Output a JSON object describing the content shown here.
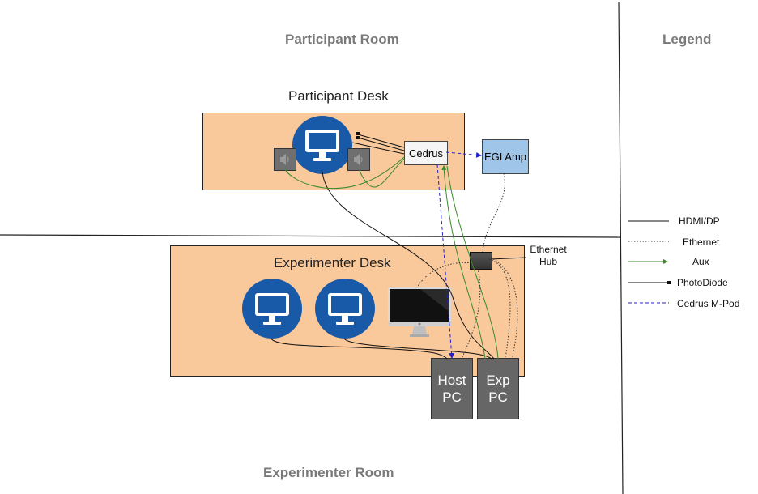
{
  "rooms": {
    "participant": "Participant Room",
    "experimenter": "Experimenter Room",
    "legend": "Legend"
  },
  "desks": {
    "participant": "Participant Desk",
    "experimenter": "Experimenter Desk"
  },
  "devices": {
    "cedrus": "Cedrus",
    "egi_amp": "EGI Amp",
    "ethernet_hub": "Ethernet Hub",
    "host_pc": "Host PC",
    "exp_pc": "Exp PC"
  },
  "legend": [
    {
      "label": "HDMI/DP",
      "style": "hdmi"
    },
    {
      "label": "Ethernet",
      "style": "ethernet"
    },
    {
      "label": "Aux",
      "style": "aux"
    },
    {
      "label": "PhotoDiode",
      "style": "photodiode"
    },
    {
      "label": "Cedrus M-Pod",
      "style": "mpod"
    }
  ],
  "colors": {
    "desk": "#f9c99b",
    "monitor": "#1859a8",
    "pc": "#666666",
    "egi_amp": "#9fc5e8",
    "aux": "#3a8a2a",
    "mpod": "#2222cc",
    "room_title": "#7a7a7a"
  },
  "icons": {
    "monitor": "monitor-icon",
    "speaker": "speaker-icon",
    "imac": "imac-icon",
    "hub": "hub-icon"
  }
}
